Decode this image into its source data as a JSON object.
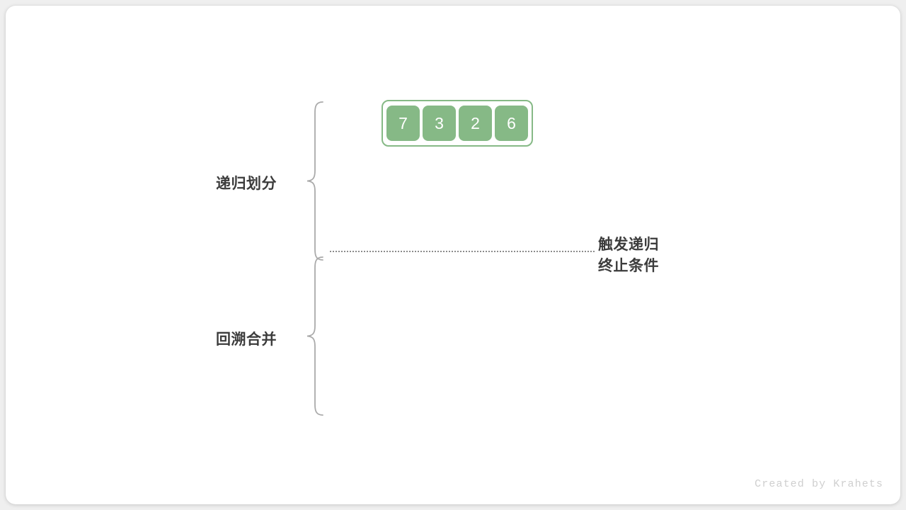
{
  "canvas": {
    "background_color": "#efefef",
    "card_color": "#ffffff"
  },
  "diagram": {
    "title_semantic": "merge-sort-recursion-phases",
    "phases": [
      {
        "id": "divide",
        "label": "递归划分"
      },
      {
        "id": "merge",
        "label": "回溯合并"
      }
    ],
    "boundary_note": {
      "line1": "触发递归",
      "line2": "终止条件"
    },
    "array": {
      "values": [
        "7",
        "3",
        "2",
        "6"
      ],
      "cell_color": "#86b986",
      "cell_text_color": "#ffffff",
      "outline_color": "#86b986"
    },
    "separator": {
      "style": "dotted",
      "color": "#8c8c8c"
    },
    "brace_color": "#aaaaaa",
    "label_color": "#3c3c3c"
  },
  "footer": {
    "credit": "Created by Krahets",
    "color": "#cfcfcf"
  }
}
